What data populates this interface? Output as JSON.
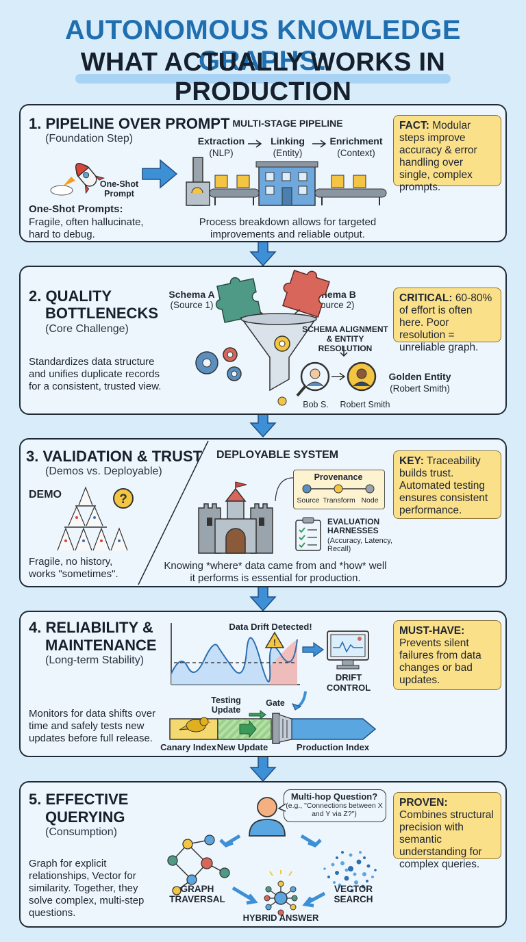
{
  "header": {
    "title_line1": "AUTONOMOUS KNOWLEDGE GRAPHS:",
    "title_line2": "WHAT ACTUALLY WORKS IN PRODUCTION"
  },
  "sections": [
    {
      "title": "1. PIPELINE OVER PROMPT",
      "subtitle": "(Foundation Step)",
      "rocket_label": "One-Shot Prompt",
      "left_heading": "One-Shot Prompts:",
      "left_text": "Fragile, often hallucinate, hard to debug.",
      "center_heading": "MULTI-STAGE PIPELINE",
      "stages": [
        {
          "name": "Extraction",
          "detail": "(NLP)"
        },
        {
          "name": "Linking",
          "detail": "(Entity)"
        },
        {
          "name": "Enrichment",
          "detail": "(Context)"
        }
      ],
      "caption": "Process breakdown allows for targeted improvements and reliable output.",
      "note_label": "FACT:",
      "note_text": "Modular steps improve accuracy & error handling over single, complex prompts."
    },
    {
      "title_line1": "2. QUALITY",
      "title_line2": "BOTTLENECKS",
      "subtitle": "(Core Challenge)",
      "left_text": "Standardizes data structure and unifies duplicate records for a consistent, trusted view.",
      "schema_a": "Schema A",
      "schema_a_src": "(Source 1)",
      "schema_b": "Schema B",
      "schema_b_src": "(Source 2)",
      "funnel_label": "SCHEMA ALIGNMENT & ENTITY RESOLUTION",
      "person_1": "Bob S.",
      "person_2": "Robert Smith",
      "golden_label": "Golden Entity",
      "golden_detail": "(Robert Smith)",
      "note_label": "CRITICAL:",
      "note_text": "60-80% of effort is often here. Poor resolution = unreliable graph."
    },
    {
      "title": "3. VALIDATION & TRUST",
      "subtitle": "(Demos vs. Deployable)",
      "demo_label": "DEMO",
      "demo_text": "Fragile, no history, works \"sometimes\".",
      "deploy_heading": "DEPLOYABLE SYSTEM",
      "provenance_label": "Provenance",
      "provenance_nodes": [
        "Source",
        "Transform",
        "Node"
      ],
      "harness_label": "EVALUATION HARNESSES",
      "harness_detail": "(Accuracy, Latency, Recall)",
      "caption": "Knowing *where* data came from and *how* well it performs is essential for production.",
      "note_label": "KEY:",
      "note_text": "Traceability builds trust. Automated testing ensures consistent performance."
    },
    {
      "title_line1": "4. RELIABILITY &",
      "title_line2": "MAINTENANCE",
      "subtitle": "(Long-term Stability)",
      "left_text": "Monitors for data shifts over time and safely tests new updates before full release.",
      "drift_label": "Data Drift Detected!",
      "drift_control": "DRIFT CONTROL",
      "testing_label": "Testing Update",
      "gate_label": "Gate",
      "canary_label": "Canary Index",
      "new_update_label": "New Update",
      "production_label": "Production Index",
      "note_label": "MUST-HAVE:",
      "note_text": "Prevents silent failures from data changes or bad updates."
    },
    {
      "title_line1": "5. EFFECTIVE",
      "title_line2": "QUERYING",
      "subtitle": "(Consumption)",
      "left_text": "Graph for explicit relationships, Vector for similarity. Together, they solve complex, multi-step questions.",
      "question_label": "Multi-hop Question?",
      "question_example": "(e.g., \"Connections between X and Y via Z?\")",
      "graph_label": "GRAPH TRAVERSAL",
      "vector_label": "VECTOR SEARCH",
      "hybrid_label": "HYBRID ANSWER",
      "note_label": "PROVEN:",
      "note_text": "Combines structural precision with semantic understanding for complex queries."
    }
  ]
}
